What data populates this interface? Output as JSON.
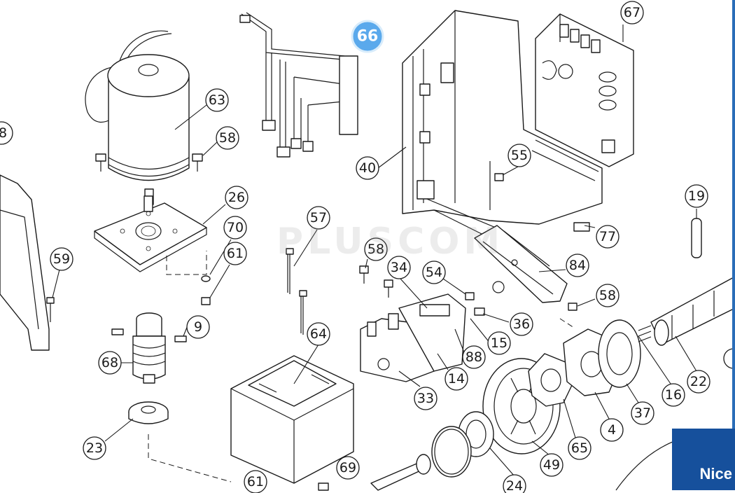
{
  "diagram": {
    "watermark": "PLUSCOM",
    "brand": "Nice",
    "highlight_color": "#5aa9ec",
    "brand_color": "#16509c",
    "highlighted": "66",
    "callouts": [
      "66",
      "67",
      "63",
      "58",
      "40",
      "55",
      "26",
      "70",
      "61",
      "57",
      "58",
      "59",
      "34",
      "54",
      "84",
      "58",
      "19",
      "9",
      "64",
      "36",
      "15",
      "88",
      "68",
      "14",
      "22",
      "16",
      "33",
      "37",
      "4",
      "65",
      "23",
      "49",
      "24",
      "61",
      "69",
      "8",
      "77"
    ]
  }
}
